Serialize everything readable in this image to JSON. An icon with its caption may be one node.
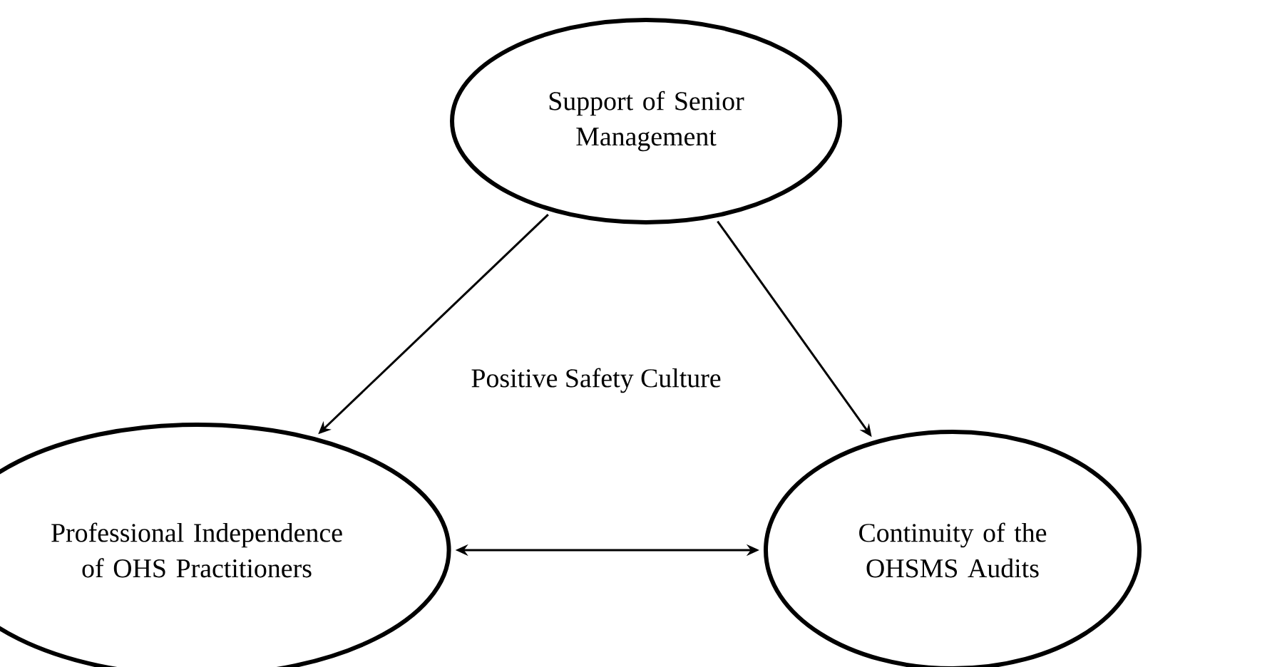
{
  "diagram": {
    "nodes": [
      {
        "text": [
          "Support of Senior Management"
        ]
      },
      {
        "text": [
          "Professional Independence of OHS Practitioners"
        ]
      },
      {
        "text": [
          "Continuity of the OHSMS Audits"
        ]
      }
    ],
    "edges": [
      {
        "from": 0,
        "to": 1,
        "arrow": "to"
      },
      {
        "from": 0,
        "to": 2,
        "arrow": "to"
      },
      {
        "from": 1,
        "to": 2,
        "arrow": "both"
      }
    ],
    "labels": [
      "Positive Safety Culture"
    ]
  }
}
